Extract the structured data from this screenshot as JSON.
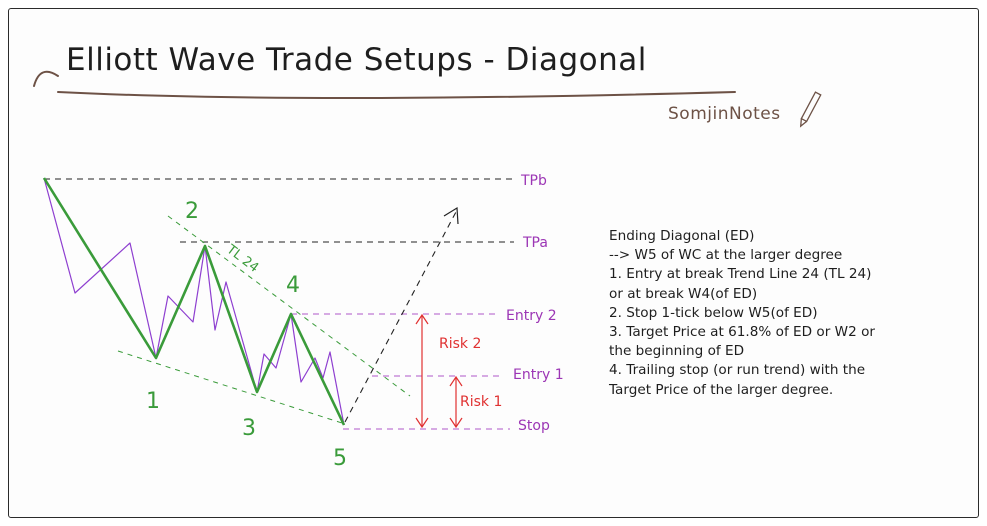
{
  "title": "Elliott Wave Trade Setups - Diagonal",
  "brand": "SomjinNotes",
  "colors": {
    "wave_green": "#3a9b3a",
    "price_purple": "#8e3fd0",
    "risk_red": "#e03131",
    "label_purple": "#9c36b5",
    "title_underline": "#6d5246"
  },
  "labels": {
    "tpb": "TPb",
    "tpa": "TPa",
    "entry2": "Entry 2",
    "entry1": "Entry 1",
    "stop": "Stop",
    "risk2": "Risk 2",
    "risk1": "Risk 1",
    "tl24": "TL 24"
  },
  "wave_numbers": [
    "1",
    "2",
    "3",
    "4",
    "5"
  ],
  "notes": [
    "Ending Diagonal (ED)",
    "--> W5 of WC at the larger degree",
    "1. Entry at break Trend Line 24 (TL 24)",
    "or at break W4(of ED)",
    "2. Stop 1-tick below W5(of ED)",
    "3. Target Price at 61.8% of ED or W2 or",
    "the beginning of ED",
    "4. Trailing stop (or run trend) with the",
    "Target Price of the larger degree."
  ]
}
